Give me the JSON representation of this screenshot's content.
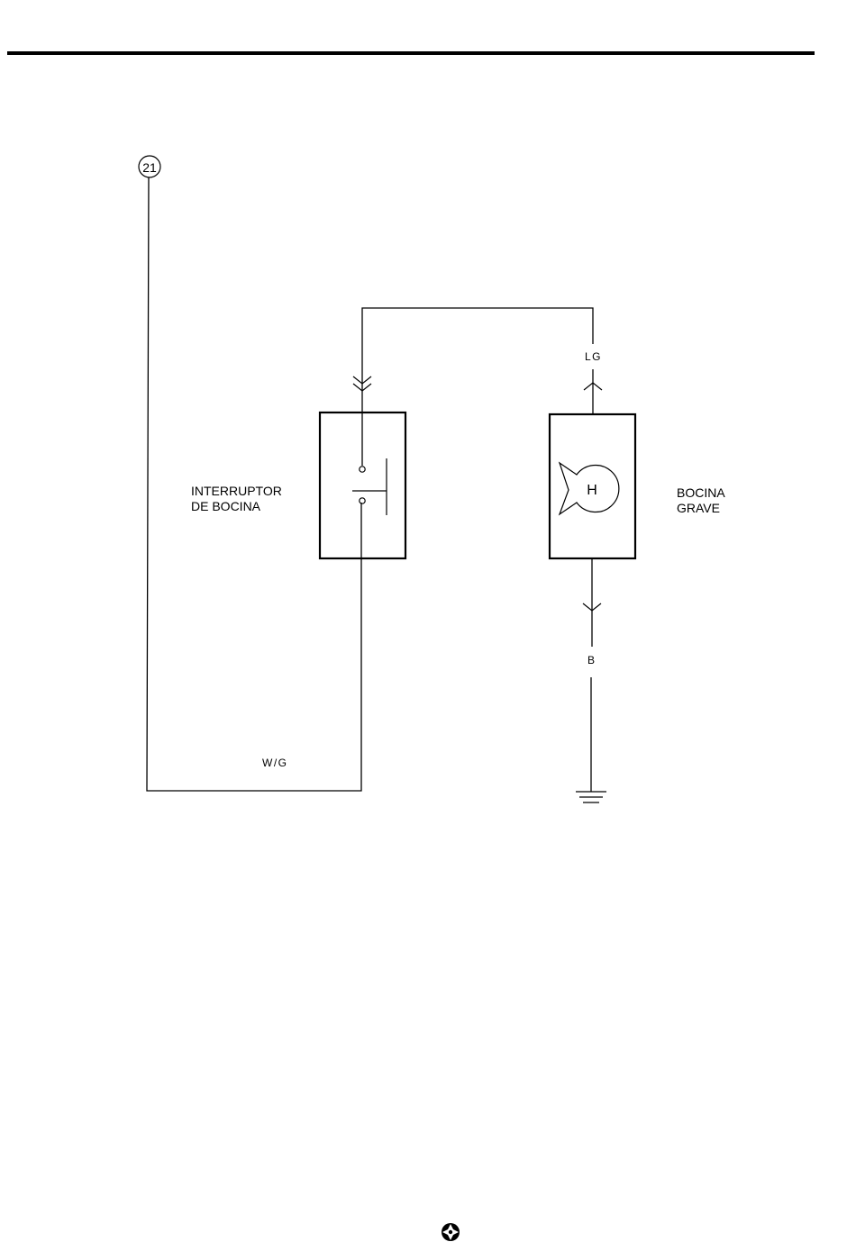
{
  "connector": {
    "number": "21"
  },
  "components": {
    "horn_switch": {
      "line1": "INTERRUPTOR",
      "line2": "DE BOCINA"
    },
    "low_horn": {
      "line1": "BOCINA",
      "line2": "GRAVE",
      "symbol_letter": "H"
    }
  },
  "wires": {
    "switch_to_horn": "LG",
    "horn_to_ground": "B",
    "connector_to_switch": "W/G"
  }
}
